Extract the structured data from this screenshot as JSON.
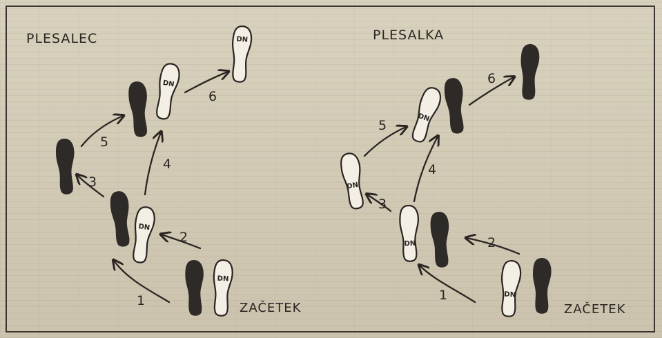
{
  "panels": [
    {
      "title": "PLESALEC",
      "start_label": "ZAČETEK",
      "step_numbers": [
        "1",
        "2",
        "3",
        "4",
        "5",
        "6"
      ]
    },
    {
      "title": "PLESALKA",
      "start_label": "ZAČETEK",
      "step_numbers": [
        "1",
        "2",
        "3",
        "4",
        "5",
        "6"
      ]
    }
  ],
  "footprint_label": "DN",
  "colors": {
    "background": "#d4cdb8",
    "ink": "#2a2522",
    "filled_shoe": "#2e2a27",
    "open_shoe": "#f3efe4"
  }
}
